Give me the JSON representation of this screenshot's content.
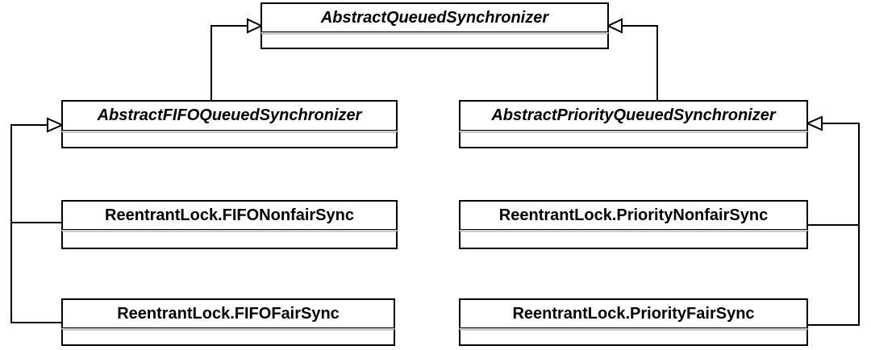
{
  "diagram": {
    "kind": "uml-class-diagram",
    "background_color": "#ffffff",
    "box_border_color": "#000000",
    "compartment_divider_color": "#cccccc",
    "classes": [
      {
        "name": "AbstractQueuedSynchronizer",
        "abstract": true,
        "attributes": []
      },
      {
        "name": "AbstractFIFOQueuedSynchronizer",
        "abstract": true,
        "attributes": []
      },
      {
        "name": "AbstractPriorityQueuedSynchronizer",
        "abstract": true,
        "attributes": []
      },
      {
        "name": "ReentrantLock.FIFONonfairSync",
        "abstract": false,
        "attributes": []
      },
      {
        "name": "ReentrantLock.PriorityNonfairSync",
        "abstract": false,
        "attributes": []
      },
      {
        "name": "ReentrantLock.FIFOFairSync",
        "abstract": false,
        "attributes": []
      },
      {
        "name": "ReentrantLock.PriorityFairSync",
        "abstract": false,
        "attributes": []
      }
    ],
    "relations": [
      {
        "from": "AbstractFIFOQueuedSynchronizer",
        "to": "AbstractQueuedSynchronizer",
        "type": "generalization"
      },
      {
        "from": "AbstractPriorityQueuedSynchronizer",
        "to": "AbstractQueuedSynchronizer",
        "type": "generalization"
      },
      {
        "from": "ReentrantLock.FIFONonfairSync",
        "to": "AbstractFIFOQueuedSynchronizer",
        "type": "generalization"
      },
      {
        "from": "ReentrantLock.FIFOFairSync",
        "to": "AbstractFIFOQueuedSynchronizer",
        "type": "generalization"
      },
      {
        "from": "ReentrantLock.PriorityNonfairSync",
        "to": "AbstractPriorityQueuedSynchronizer",
        "type": "generalization"
      },
      {
        "from": "ReentrantLock.PriorityFairSync",
        "to": "AbstractPriorityQueuedSynchronizer",
        "type": "generalization"
      }
    ]
  }
}
